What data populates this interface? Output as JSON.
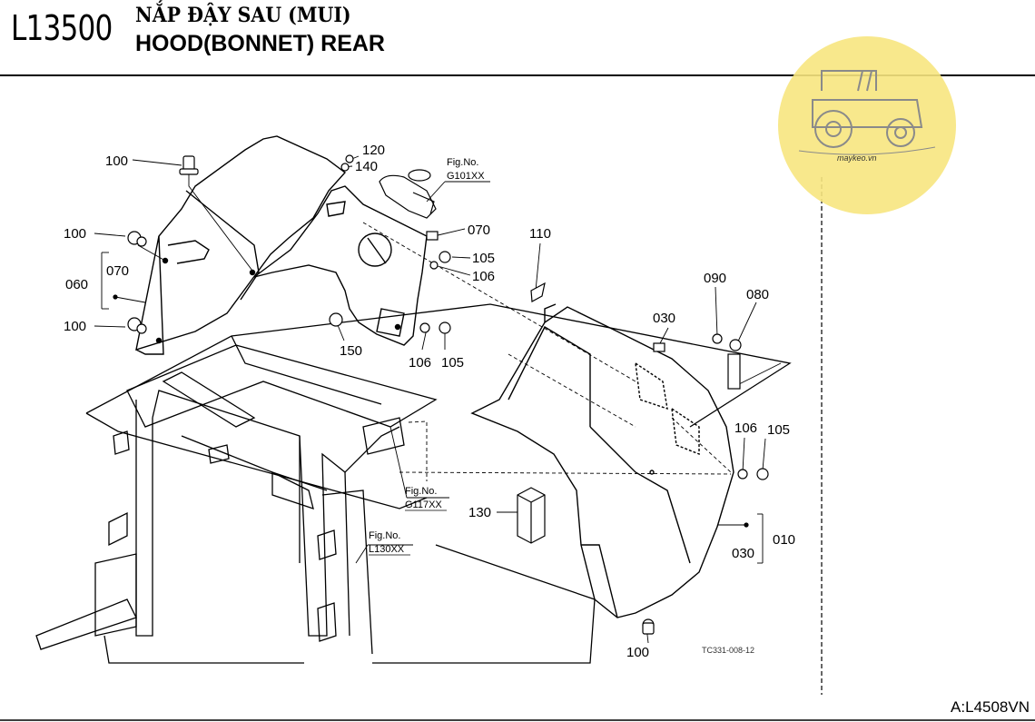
{
  "header": {
    "code": "L13500",
    "title_vn": "NẮP ĐẬY SAU (MUI)",
    "title_en": "HOOD(BONNET) REAR"
  },
  "footer": {
    "code": "A:L4508VN"
  },
  "watermark": {
    "text": "maykeo.vn",
    "color": "#f6e27a"
  },
  "diagram": {
    "drawing_number": "TC331-008-12",
    "fig_refs": [
      {
        "prefix": "Fig.No.",
        "code": "G101XX"
      },
      {
        "prefix": "Fig.No.",
        "code": "G117XX"
      },
      {
        "prefix": "Fig.No.",
        "code": "L130XX"
      }
    ],
    "callouts": [
      "100",
      "120",
      "140",
      "070",
      "105",
      "106",
      "100",
      "070",
      "060",
      "100",
      "150",
      "106",
      "105",
      "110",
      "090",
      "080",
      "030",
      "106",
      "105",
      "130",
      "010",
      "030",
      "100"
    ]
  }
}
